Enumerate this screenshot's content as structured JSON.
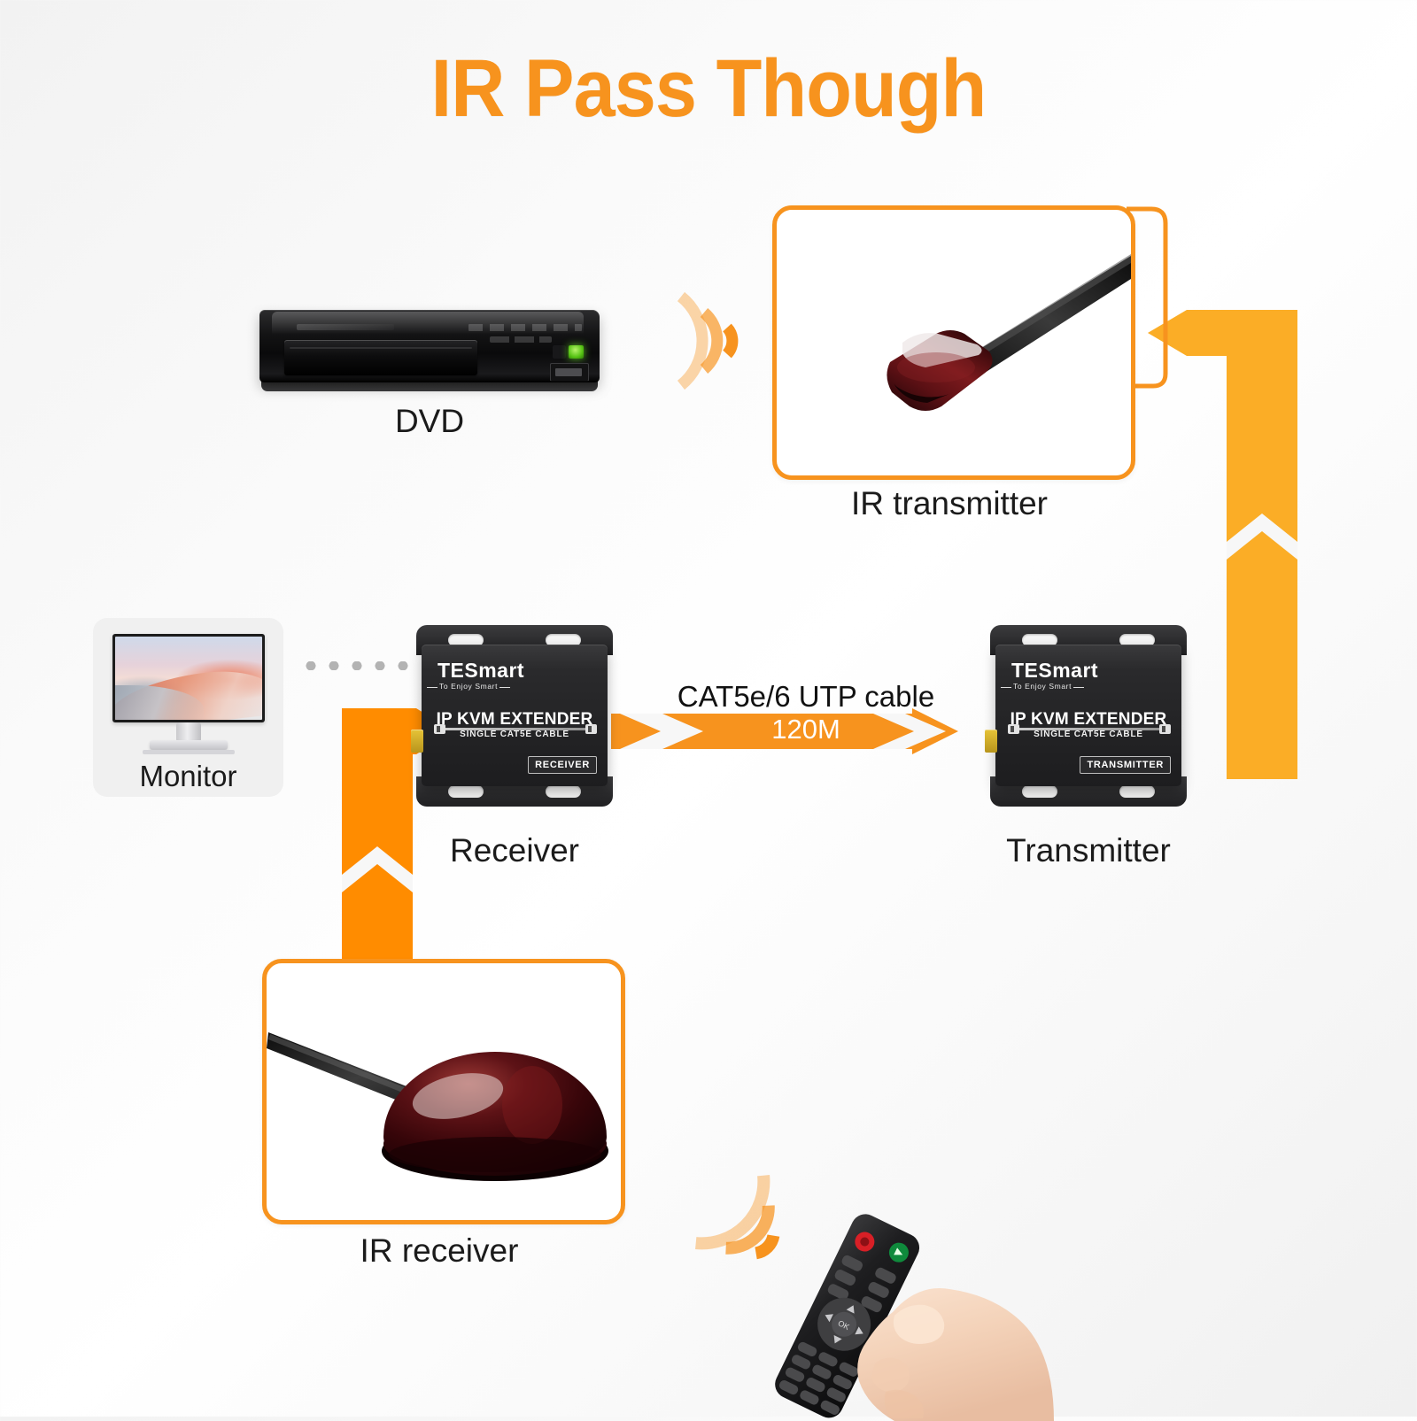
{
  "page": {
    "title": "IR Pass Though",
    "accent_color": "#F7931E",
    "accent_color_light": "#FBAD26",
    "background": "#f7f7f7"
  },
  "nodes": {
    "dvd": {
      "label": "DVD"
    },
    "ir_transmitter": {
      "label": "IR transmitter"
    },
    "ir_receiver": {
      "label": "IR receiver"
    },
    "monitor": {
      "label": "Monitor"
    },
    "receiver": {
      "label": "Receiver",
      "brand": "TESmart",
      "tagline": "To Enjoy Smart",
      "model": "IP KVM EXTENDER",
      "sub_model": "SINGLE CAT5E CABLE",
      "badge": "RECEIVER"
    },
    "transmitter": {
      "label": "Transmitter",
      "brand": "TESmart",
      "tagline": "To Enjoy Smart",
      "model": "IP KVM EXTENDER",
      "sub_model": "SINGLE CAT5E CABLE",
      "badge": "TRANSMITTER"
    }
  },
  "links": {
    "cable": {
      "label": "CAT5e/6 UTP cable",
      "distance": "120M"
    }
  },
  "icons": {
    "ir_wave_dvd": "ir-signal-waves-icon",
    "ir_wave_remote": "ir-signal-waves-icon",
    "dotted_link": "dotted-connection-icon",
    "arrow_cable": "right-arrow-icon",
    "arrow_ir_path_right": "ir-signal-path-arrow-icon",
    "arrow_ir_path_left": "ir-signal-path-arrow-icon"
  }
}
